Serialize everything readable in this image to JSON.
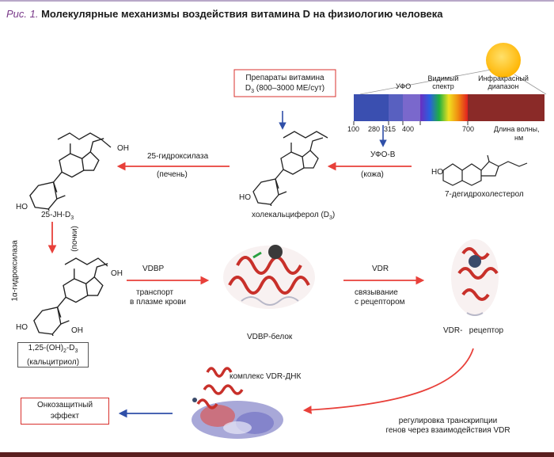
{
  "title": {
    "label": "Рис. 1.",
    "text": "Молекулярные механизмы воздействия витамина D на физиологию человека"
  },
  "supplement_box": {
    "line1": "Препараты витамина",
    "line2_prefix": "D",
    "line2_sub": "3",
    "line2_suffix": " (800–3000 МЕ/сут)"
  },
  "spectrum": {
    "uv_label": "УФО",
    "visible_label_1": "Видимый",
    "visible_label_2": "спектр",
    "ir_label_1": "Инфракрасный",
    "ir_label_2": "диапазон",
    "ticks": [
      "100",
      "280",
      "315",
      "400",
      "700"
    ],
    "wavelength_label_1": "Длина волны,",
    "wavelength_label_2": "нм",
    "uvb_label": "УФО-В"
  },
  "steps": {
    "skin": "(кожа)",
    "dehydro": "7-дегидрохолестерол",
    "chole_prefix": "холекальциферол (D",
    "chole_sub": "3",
    "chole_suffix": ")",
    "hydroxylase25": "25-гидроксилаза",
    "liver": "(печень)",
    "oh25_prefix": "25-JH-D",
    "oh25_sub": "3",
    "ho_label": "HO",
    "oh_label": "OH",
    "hydroxylase1a": "1α-гидроксилаза",
    "kidneys": "(почки)",
    "calcitriol_prefix": "1,25-(OH)",
    "calcitriol_sub1": "2",
    "calcitriol_mid": "-D",
    "calcitriol_sub2": "3",
    "calcitriol_name": "(кальцитриол)",
    "vdbp": "VDBP",
    "transport_1": "транспорт",
    "transport_2": "в плазме крови",
    "vdbp_protein": "VDBP-белок",
    "vdr": "VDR",
    "binding_1": "связывание",
    "binding_2": "с рецептором",
    "vdr_receptor": "VDR-   рецептор",
    "complex": "комплекс VDR-ДНК",
    "regulation_1": "регулировка транскрипции",
    "regulation_2": "генов через взаимодействия VDR",
    "oncoprotective_1": "Онкозащитный",
    "oncoprotective_2": "эффект"
  },
  "colors": {
    "arrow_red": "#e8403a",
    "arrow_blue": "#2f4fa8",
    "sun": "#ffc21a"
  }
}
